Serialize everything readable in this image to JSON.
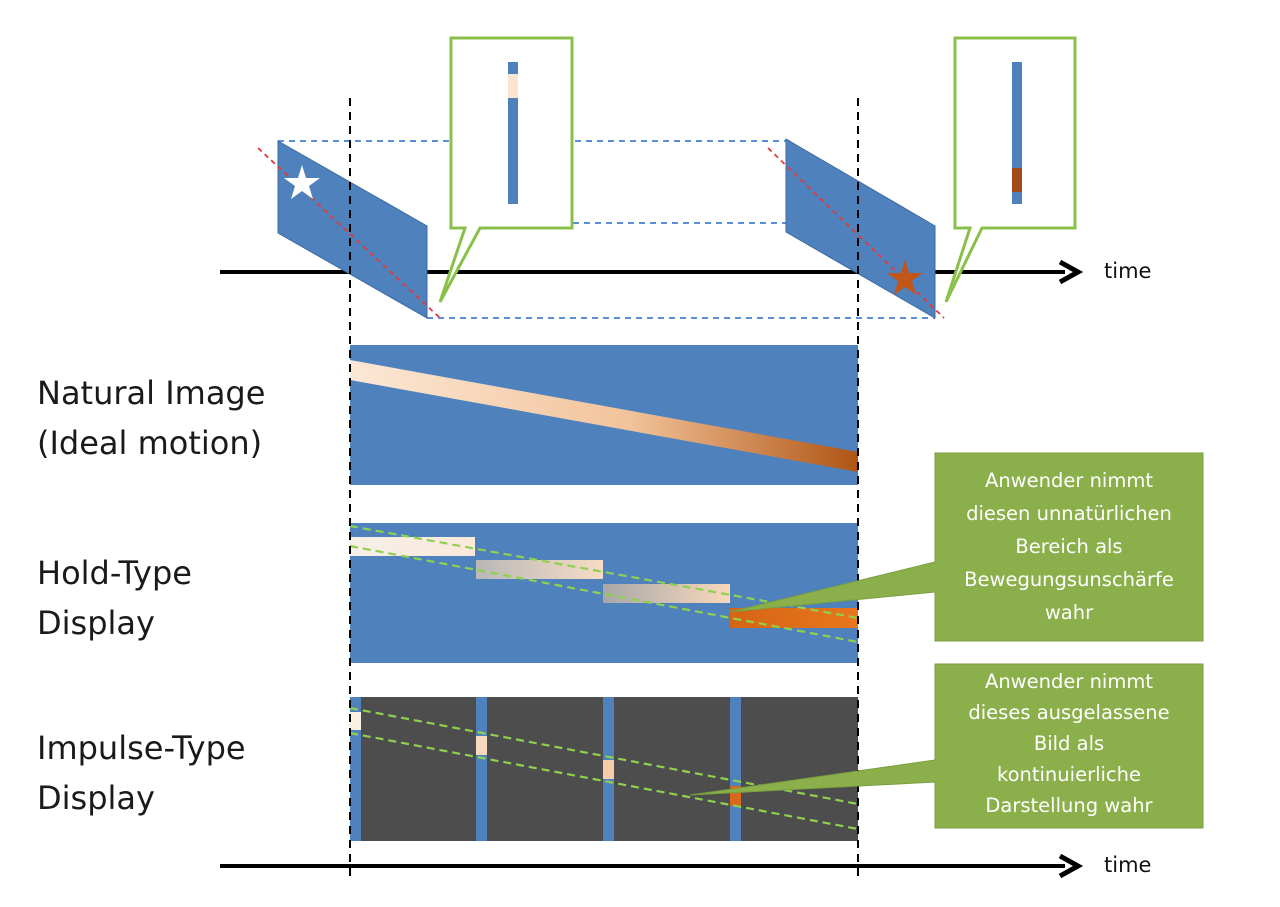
{
  "diagram": {
    "axis_label_top": "time",
    "axis_label_bottom": "time",
    "rows": [
      {
        "line1": "Natural Image",
        "line2": "(Ideal motion)"
      },
      {
        "line1": "Hold-Type",
        "line2": "Display"
      },
      {
        "line1": "Impulse-Type",
        "line2": "Display"
      }
    ],
    "callouts": [
      {
        "lines": [
          "Anwender nimmt",
          "diesen unnatürlichen",
          "Bereich als",
          "Bewegungsunschärfe",
          "wahr"
        ]
      },
      {
        "lines": [
          "Anwender nimmt",
          "dieses ausgelassene",
          "Bild als",
          "kontinuierliche",
          "Darstellung wahr"
        ]
      }
    ],
    "colors": {
      "panel_blue": "#4f81bd",
      "dark_gray": "#4d4d4d",
      "callout_green": "#8bb04b",
      "outline_green": "#8ac04a",
      "streak_light": "#fbe4d0",
      "streak_dark": "#b45a1c",
      "dashed_guide": "#8fd14f",
      "red_dash": "#e03a3a"
    }
  }
}
